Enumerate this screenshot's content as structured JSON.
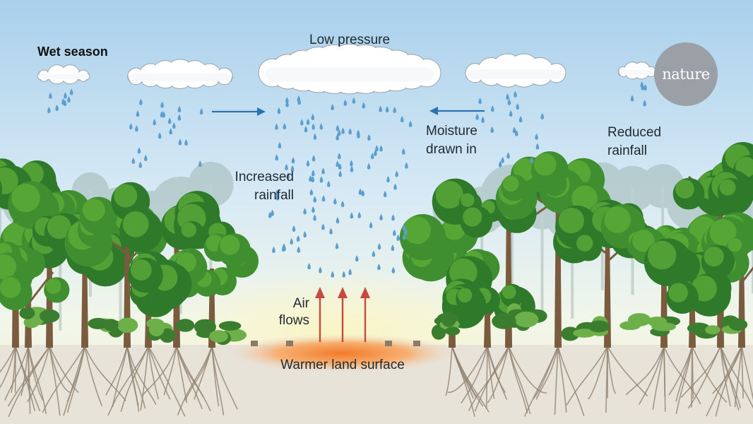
{
  "labels": {
    "season": "Wet season",
    "low_pressure": "Low pressure",
    "moisture_line1": "Moisture",
    "moisture_line2": "drawn in",
    "reduced_line1": "Reduced",
    "reduced_line2": "rainfall",
    "increased_line1": "Increased",
    "increased_line2": "rainfall",
    "air_line1": "Air",
    "air_line2": "flows",
    "warmer_surface": "Warmer land surface"
  },
  "logo": {
    "text": "nature"
  },
  "colors": {
    "sky_top": "#b9d9ee",
    "sky_bottom": "#f4f8e6",
    "rain": "#5b9fd0",
    "wind_arrow": "#2a74b0",
    "air_arrow": "#c64a3f",
    "warm_ground": "#f08a3c",
    "soil": "#e9e4db",
    "tree_dark": "#2f7a2a",
    "tree_light": "#5fae3a",
    "trunk": "#7a5b3e"
  },
  "icons": [
    "cloud-icon",
    "raindrop-icon",
    "arrow-right-icon",
    "arrow-left-icon",
    "arrow-up-icon",
    "tree-icon"
  ]
}
